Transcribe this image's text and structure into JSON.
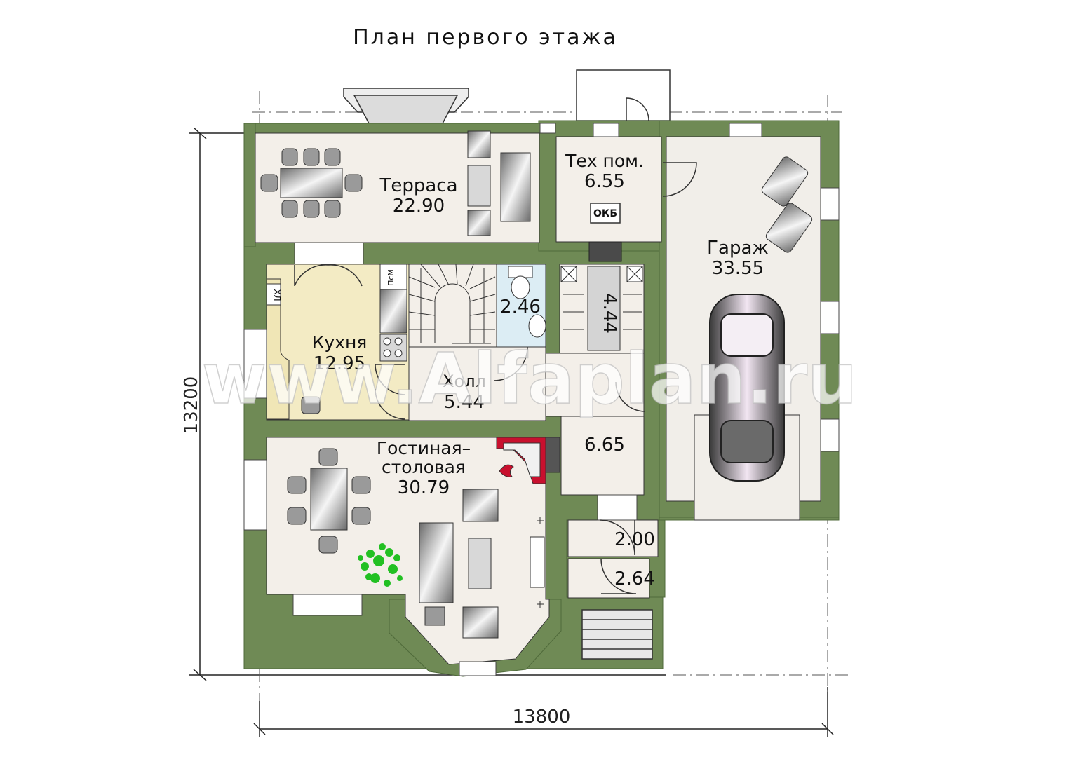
{
  "title": "План первого этажа",
  "watermark": "www.Alfaplan.ru",
  "dimensions": {
    "width": "13800",
    "height": "13200"
  },
  "rooms": {
    "terrace": {
      "name": "Терраса",
      "area": "22.90"
    },
    "tech": {
      "name": "Тех пом.",
      "area": "6.55"
    },
    "garage": {
      "name": "Гараж",
      "area": "33.55"
    },
    "kitchen": {
      "name": "Кухня",
      "area": "12.95"
    },
    "wc": {
      "area": "2.46"
    },
    "wardrobe": {
      "area": "4.44"
    },
    "hall": {
      "name": "Холл",
      "area": "5.44"
    },
    "living": {
      "name1": "Гостиная–",
      "name2": "столовая",
      "area": "30.79"
    },
    "room665": {
      "area": "6.65"
    },
    "vestibule": {
      "area": "2.00"
    },
    "porch": {
      "area": "2.64"
    }
  },
  "equipment": {
    "boiler": "ОКБ",
    "fridge": "ХЛ",
    "dishwasher": "ПсМ"
  },
  "colors": {
    "wall": "#6f8a55",
    "wall_edge": "#4f6a3a",
    "floor": "#f3efe9",
    "kitchen_floor": "#f3ebc4",
    "wc_floor": "#dcedf4",
    "garage_floor": "#f1eee9",
    "fireplace": "#c8102e",
    "plant": "#22c022"
  }
}
